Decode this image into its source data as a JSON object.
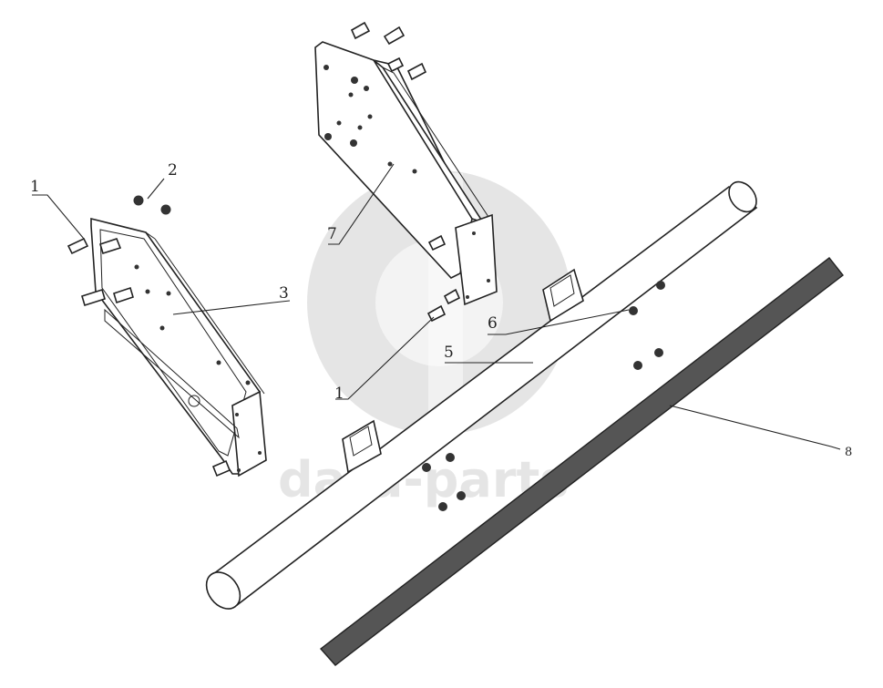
{
  "watermark": {
    "text": "data-parts"
  },
  "callouts": [
    {
      "id": "1a",
      "label": "1"
    },
    {
      "id": "2",
      "label": "2"
    },
    {
      "id": "3",
      "label": "3"
    },
    {
      "id": "7",
      "label": "7"
    },
    {
      "id": "1b",
      "label": "1"
    },
    {
      "id": "6",
      "label": "6"
    },
    {
      "id": "5",
      "label": "5"
    },
    {
      "id": "8",
      "label": "8"
    }
  ],
  "colors": {
    "line": "#222222",
    "bar": "#555555",
    "watermark": "#cfcfcf"
  }
}
